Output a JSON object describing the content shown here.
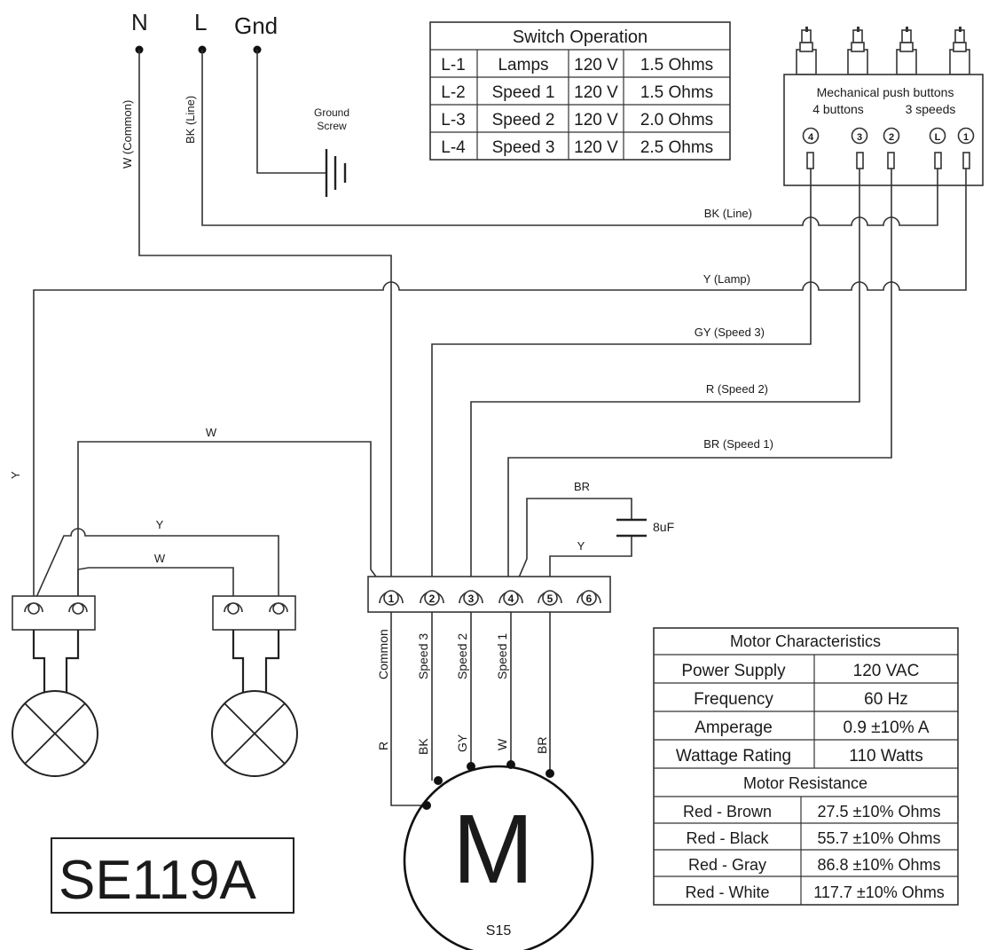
{
  "supply": {
    "neutral": "N",
    "line": "L",
    "ground": "Gnd"
  },
  "supply_wire_labels": {
    "neutral": "W (Common)",
    "line": "BK (Line)"
  },
  "ground_screw": {
    "line1": "Ground",
    "line2": "Screw"
  },
  "switch_table": {
    "title": "Switch Operation",
    "rows": [
      [
        "L-1",
        "Lamps",
        "120 V",
        "1.5 Ohms"
      ],
      [
        "L-2",
        "Speed 1",
        "120 V",
        "1.5 Ohms"
      ],
      [
        "L-3",
        "Speed 2",
        "120 V",
        "2.0 Ohms"
      ],
      [
        "L-4",
        "Speed 3",
        "120 V",
        "2.5 Ohms"
      ]
    ]
  },
  "push_buttons": {
    "line1": "Mechanical push buttons",
    "line2a": "4 buttons",
    "line2b": "3 speeds",
    "terminals": [
      "4",
      "3",
      "2",
      "L",
      "1"
    ]
  },
  "wire_labels": {
    "bk_line": "BK (Line)",
    "y_lamp": "Y (Lamp)",
    "gy_speed3": "GY (Speed 3)",
    "r_speed2": "R (Speed 2)",
    "br_speed1": "BR (Speed 1)",
    "lamp_w_top": "W",
    "lamp_y_vertical": "Y",
    "lamp_y_mid": "Y",
    "lamp_w_mid": "W",
    "cap_br": "BR",
    "cap_y": "Y"
  },
  "capacitor": {
    "value": "8uF"
  },
  "terminal_block": {
    "terminals": [
      "1",
      "2",
      "3",
      "4",
      "5",
      "6"
    ],
    "functions": [
      "Common",
      "Speed 3",
      "Speed 2",
      "Speed 1"
    ],
    "motor_leads": [
      "R",
      "BK",
      "GY",
      "W",
      "BR"
    ]
  },
  "motor": {
    "symbol": "M",
    "model": "S15"
  },
  "model_label": "SE119A",
  "motor_table": {
    "title": "Motor Characteristics",
    "specs": [
      [
        "Power Supply",
        "120 VAC"
      ],
      [
        "Frequency",
        "60 Hz"
      ],
      [
        "Amperage",
        "0.9 ±10% A"
      ],
      [
        "Wattage Rating",
        "110 Watts"
      ]
    ],
    "resistance_title": "Motor Resistance",
    "resistance": [
      [
        "Red - Brown",
        "27.5 ±10% Ohms"
      ],
      [
        "Red - Black",
        "55.7 ±10% Ohms"
      ],
      [
        "Red - Gray",
        "86.8 ±10% Ohms"
      ],
      [
        "Red - White",
        "117.7 ±10% Ohms"
      ]
    ]
  }
}
